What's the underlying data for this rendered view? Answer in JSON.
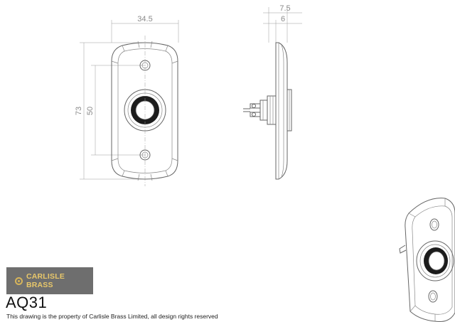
{
  "dimensions": {
    "width": "34.5",
    "height_overall": "73",
    "hole_spacing": "50",
    "depth_overall": "7.5",
    "depth_plate": "6"
  },
  "brand": {
    "name": "CARLISLE BRASS",
    "colors": {
      "box": "#6e6e6e",
      "text": "#e9c86a"
    }
  },
  "product_code": "AQ31",
  "copyright": "This drawing is the property of Carlisle Brass Limited, all design rights reserved"
}
